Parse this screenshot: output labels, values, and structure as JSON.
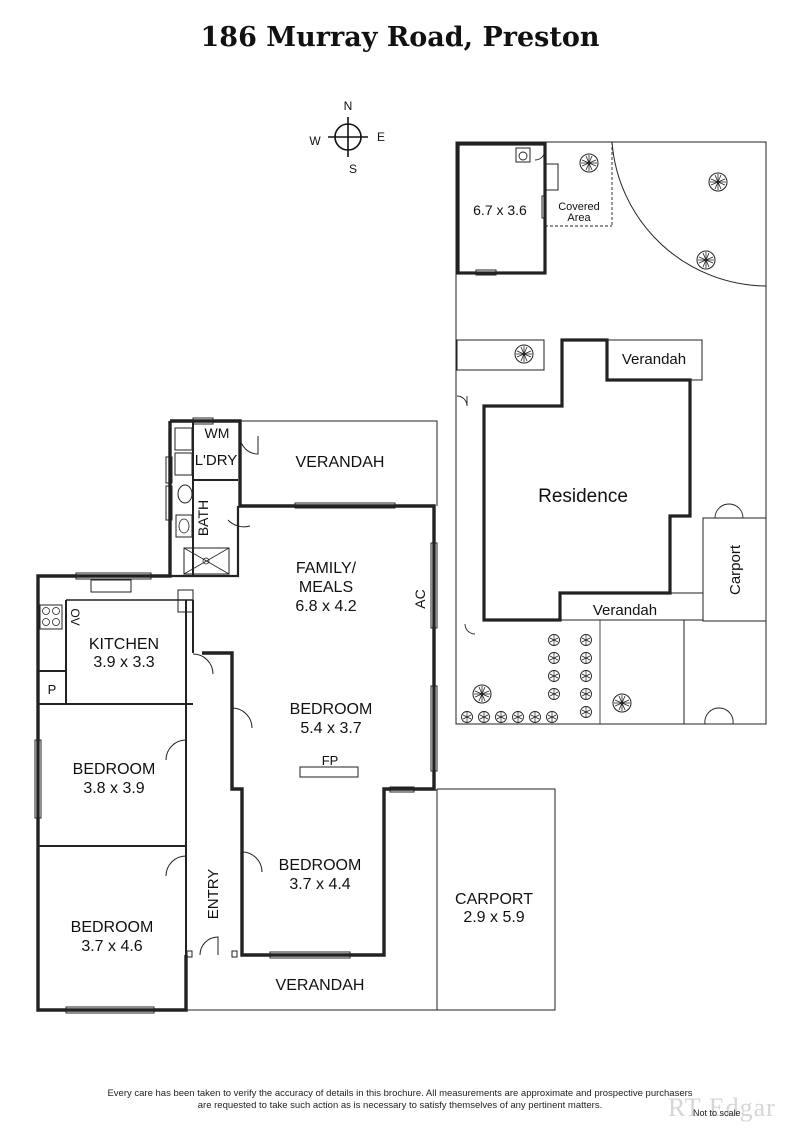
{
  "title": "186 Murray Road, Preston",
  "compass": {
    "n": "N",
    "e": "E",
    "s": "S",
    "w": "W"
  },
  "site": {
    "studio": "6.7 x 3.6",
    "covered_area": [
      "Covered",
      "Area"
    ],
    "verandah_top": "Verandah",
    "residence": "Residence",
    "verandah_bottom": "Verandah",
    "carport": "Carport"
  },
  "rooms": {
    "wm": "WM",
    "laundry": "L'DRY",
    "bath": "BATH",
    "verandah_rear": "VERANDAH",
    "family_name": "FAMILY/",
    "family_name2": "MEALS",
    "family_size": "6.8 x 4.2",
    "ac": "AC",
    "ov": "OV",
    "kitchen_name": "KITCHEN",
    "kitchen_size": "3.9 x 3.3",
    "pantry": "P",
    "bed1_name": "BEDROOM",
    "bed1_size": "5.4 x 3.7",
    "fp": "FP",
    "bed2_name": "BEDROOM",
    "bed2_size": "3.8 x 3.9",
    "bed3_name": "BEDROOM",
    "bed3_size": "3.7 x 4.4",
    "bed4_name": "BEDROOM",
    "bed4_size": "3.7 x 4.6",
    "entry": "ENTRY",
    "verandah_front": "VERANDAH",
    "carport_name": "CARPORT",
    "carport_size": "2.9 x 5.9"
  },
  "footer": {
    "disclaimer_line1": "Every care has been taken to verify the accuracy of details in this brochure.  All measurements are approximate and prospective purchasers",
    "disclaimer_line2": "are requested to take such action as is necessary to satisfy themselves of any pertinent matters.",
    "watermark": "RT Edgar",
    "not_to_scale": "Not to scale"
  }
}
